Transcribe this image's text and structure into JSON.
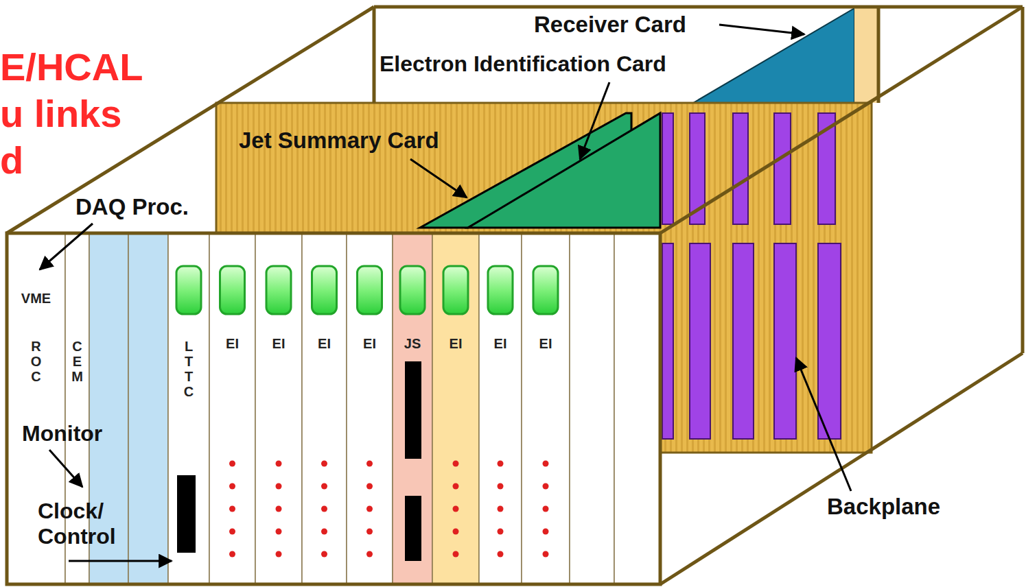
{
  "diagram": {
    "nodes": [
      {
        "text": [
          "VME",
          "ROC"
        ]
      },
      {
        "text": [
          "CEM"
        ]
      },
      {
        "text": [
          "LTTC"
        ]
      },
      {
        "text": [
          "EI"
        ]
      },
      {
        "text": [
          "EI"
        ]
      },
      {
        "text": [
          "EI"
        ]
      },
      {
        "text": [
          "EI"
        ]
      },
      {
        "text": [
          "JS"
        ]
      },
      {
        "text": [
          "EI"
        ]
      },
      {
        "text": [
          "EI"
        ]
      },
      {
        "text": [
          "EI"
        ]
      }
    ],
    "labels": [
      "E/HCAL",
      "u links",
      "d",
      "Receiver Card",
      "Electron Identification Card",
      "Jet Summary Card",
      "DAQ Proc.",
      "Monitor",
      "Clock/ Control",
      "Backplane"
    ]
  }
}
